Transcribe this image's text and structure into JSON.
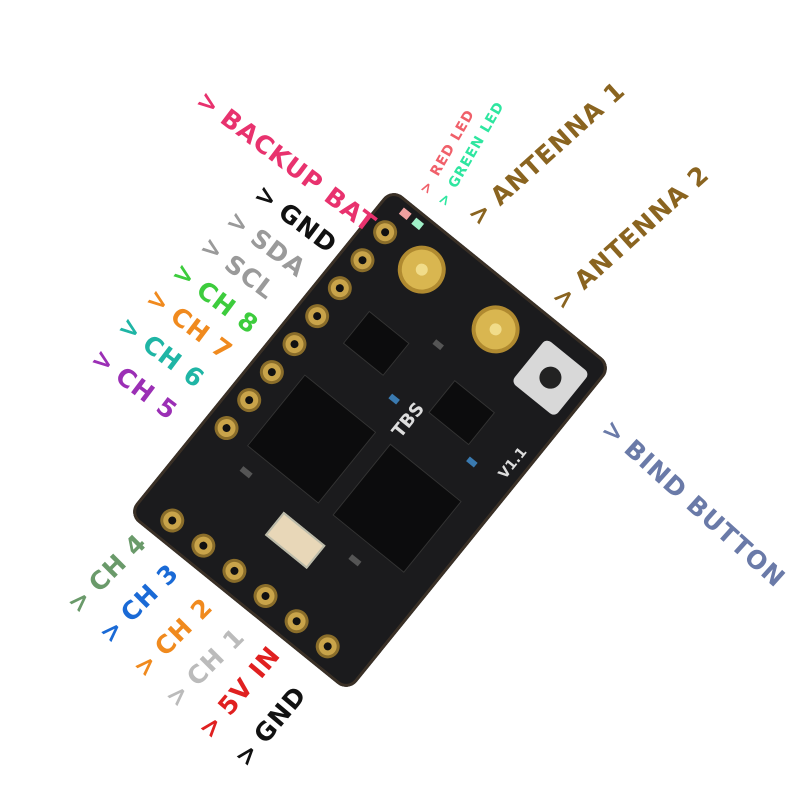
{
  "title": "TBS receiver pinout",
  "arrow": ">",
  "board": {
    "logo": "TBS",
    "version": "V1.1"
  },
  "labels": {
    "backup_bat": {
      "text": "BACKUP BAT",
      "color": "#e8326e"
    },
    "gnd_top": {
      "text": "GND",
      "color": "#111111"
    },
    "sda": {
      "text": "SDA",
      "color": "#9a9a9a"
    },
    "scl": {
      "text": "SCL",
      "color": "#9a9a9a"
    },
    "ch8": {
      "text": "CH 8",
      "color": "#3dcc3d"
    },
    "ch7": {
      "text": "CH 7",
      "color": "#f08a1e"
    },
    "ch6": {
      "text": "CH 6",
      "color": "#1fb5a5"
    },
    "ch5": {
      "text": "CH 5",
      "color": "#9b2fb5"
    },
    "red_led": {
      "text": "RED LED",
      "color": "#f0606a"
    },
    "green_led": {
      "text": "GREEN LED",
      "color": "#2ee6a0"
    },
    "antenna1": {
      "text": "ANTENNA 1",
      "color": "#8a6420"
    },
    "antenna2": {
      "text": "ANTENNA 2",
      "color": "#8a6420"
    },
    "bind_button": {
      "text": "BIND BUTTON",
      "color": "#6a7aa8"
    },
    "ch4": {
      "text": "CH 4",
      "color": "#6a9a6a"
    },
    "ch3": {
      "text": "CH 3",
      "color": "#1a6ad6"
    },
    "ch2": {
      "text": "CH 2",
      "color": "#f08a1e"
    },
    "ch1": {
      "text": "CH 1",
      "color": "#bbbbbb"
    },
    "v5_in": {
      "text": "5V IN",
      "color": "#e02020"
    },
    "gnd_bottom": {
      "text": "GND",
      "color": "#111111"
    }
  }
}
